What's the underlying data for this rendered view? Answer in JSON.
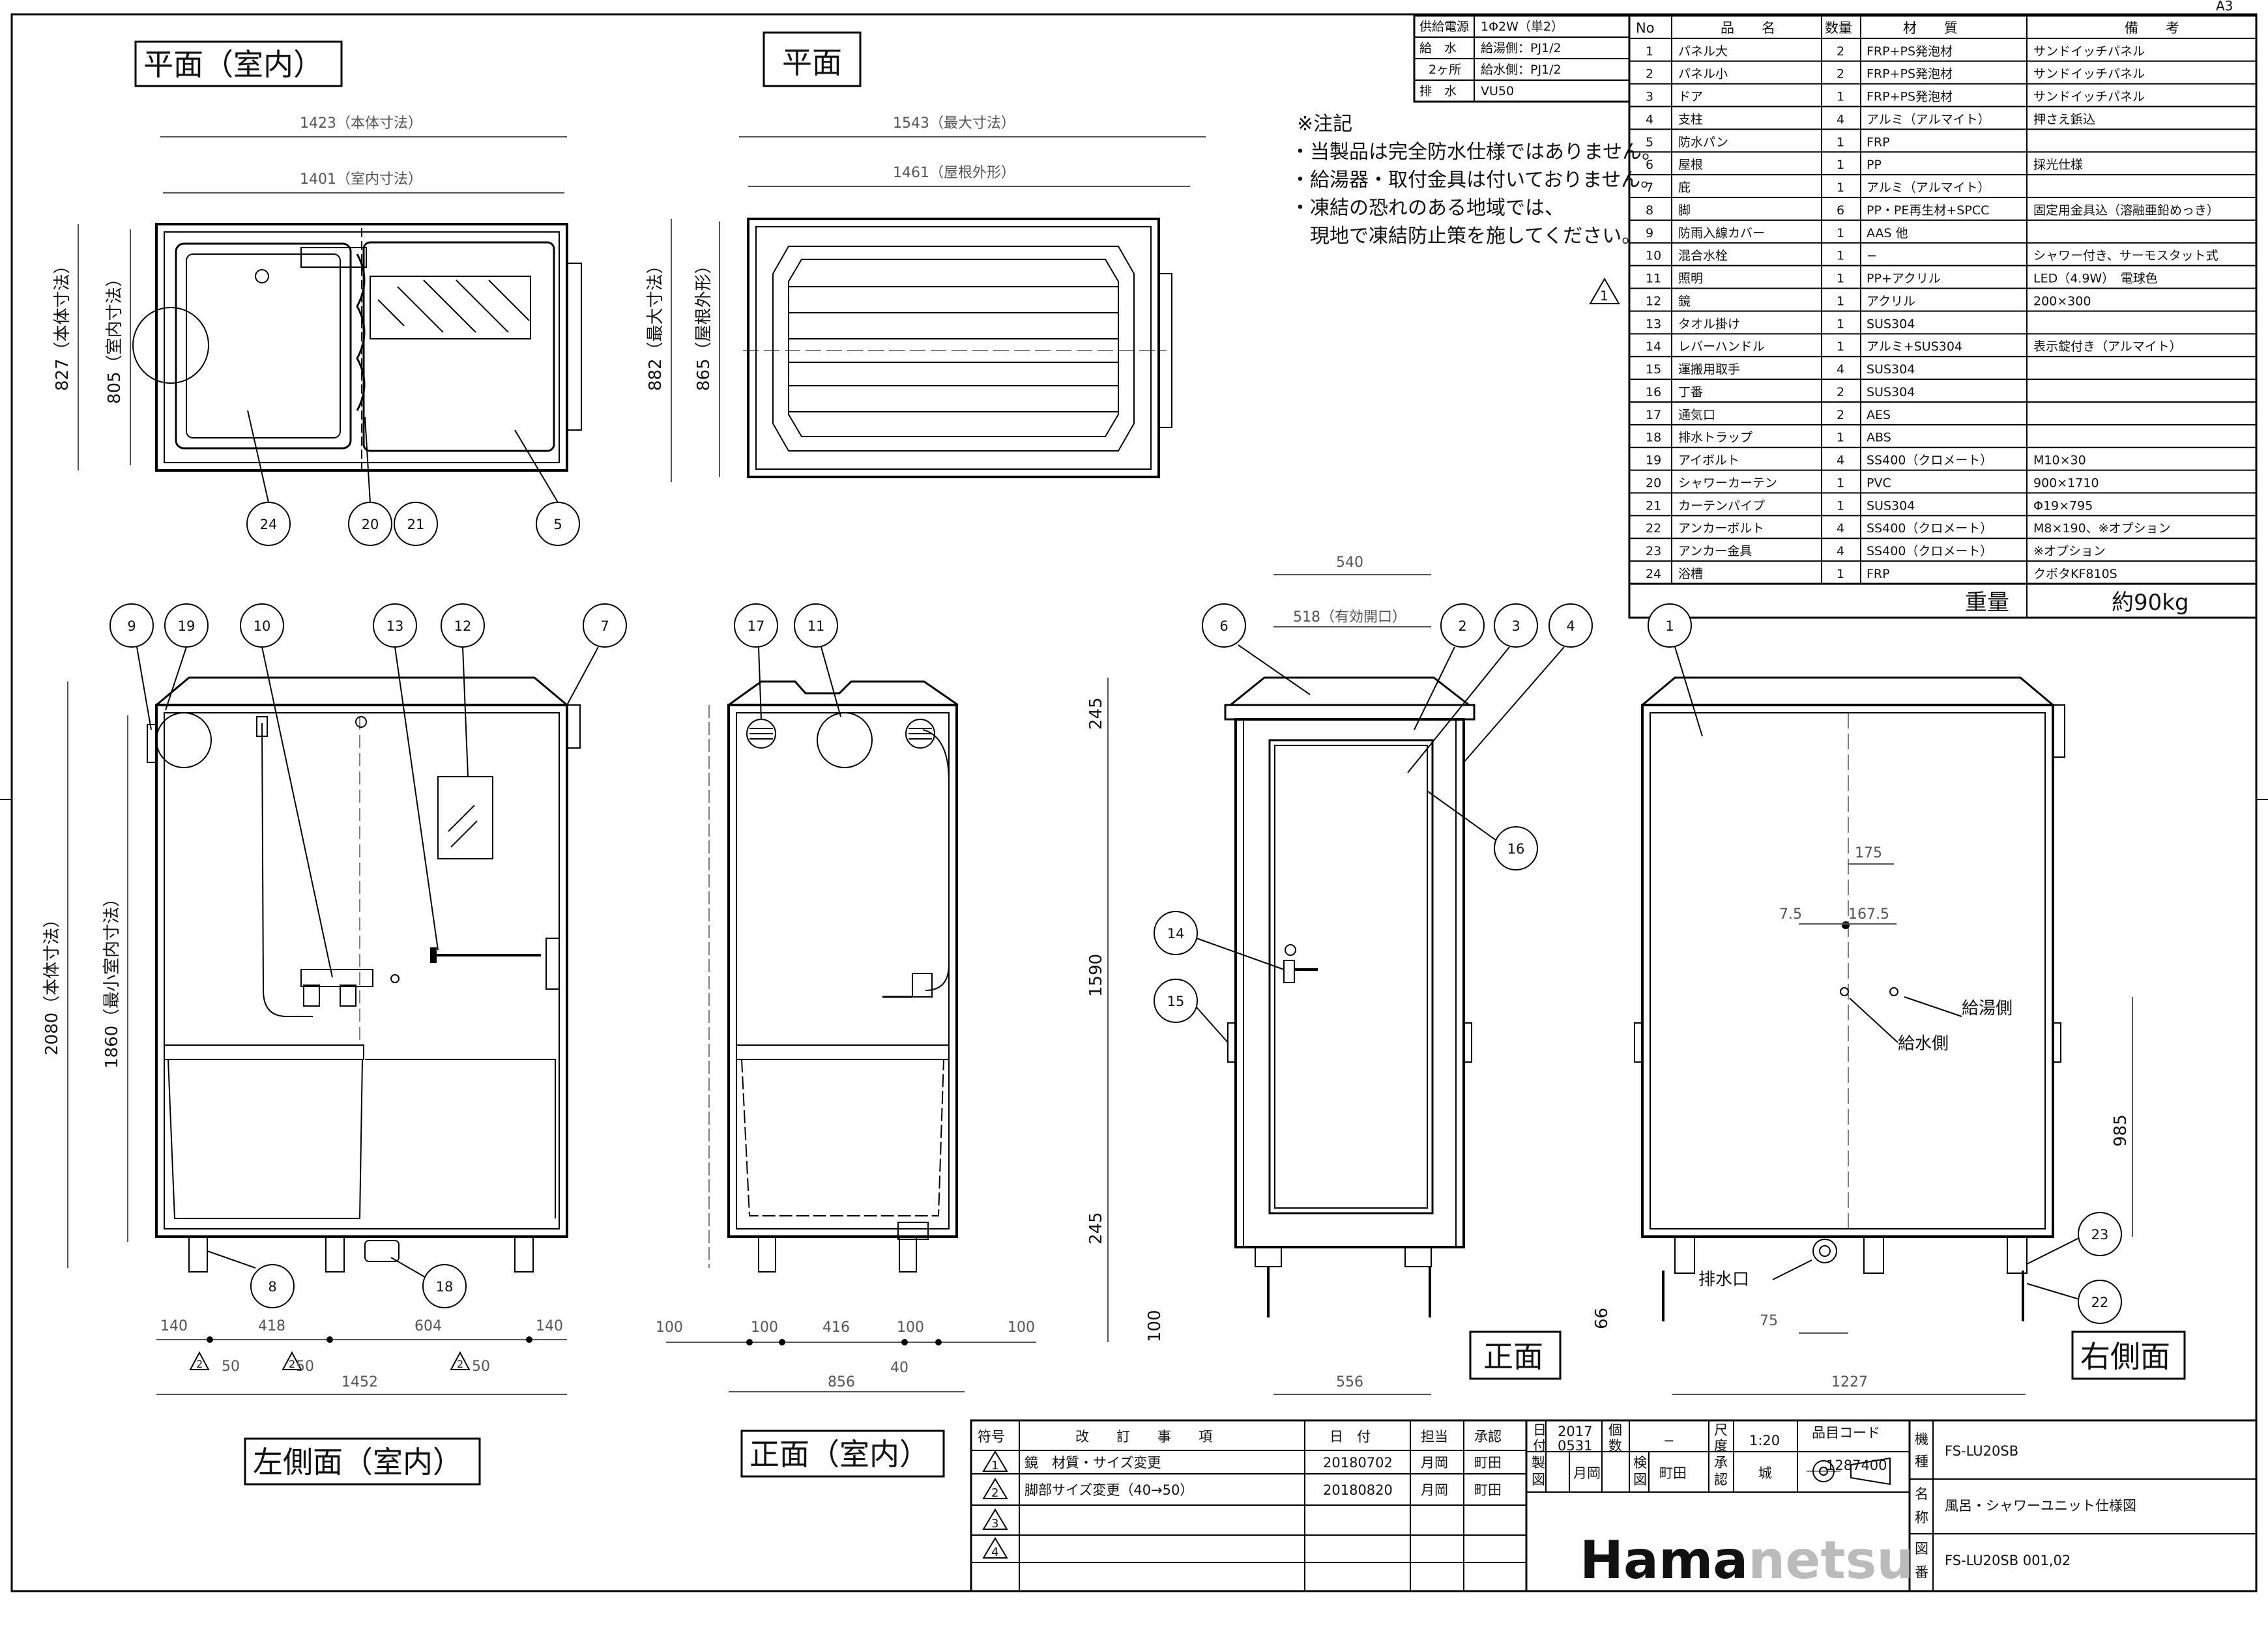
{
  "sheet_size": "A3",
  "notes": {
    "header": "※注記",
    "lines": [
      "・当製品は完全防水仕様ではありません。",
      "・給湯器・取付金具は付いておりません。",
      "・凍結の恐れのある地域では、",
      "　現地で凍結防止策を施してください。"
    ]
  },
  "utilities": [
    [
      "供給電源",
      "1Φ2W（単2）"
    ],
    [
      "給　水",
      "給湯側：PJ1/2"
    ],
    [
      "2ヶ所",
      "給水側：PJ1/2"
    ],
    [
      "排　水",
      "VU50"
    ]
  ],
  "parts_table": {
    "headers": [
      "No",
      "品　　名",
      "数量",
      "材　　質",
      "備　　考"
    ],
    "rows": [
      [
        "1",
        "パネル大",
        "2",
        "FRP+PS発泡材",
        "サンドイッチパネル"
      ],
      [
        "2",
        "パネル小",
        "2",
        "FRP+PS発泡材",
        "サンドイッチパネル"
      ],
      [
        "3",
        "ドア",
        "1",
        "FRP+PS発泡材",
        "サンドイッチパネル"
      ],
      [
        "4",
        "支柱",
        "4",
        "アルミ（アルマイト）",
        "押さえ鋲込"
      ],
      [
        "5",
        "防水パン",
        "1",
        "FRP",
        ""
      ],
      [
        "6",
        "屋根",
        "1",
        "PP",
        "採光仕様"
      ],
      [
        "7",
        "庇",
        "1",
        "アルミ（アルマイト）",
        ""
      ],
      [
        "8",
        "脚",
        "6",
        "PP・PE再生材+SPCC",
        "固定用金具込（溶融亜鉛めっき）"
      ],
      [
        "9",
        "防雨入線カバー",
        "1",
        "AAS 他",
        ""
      ],
      [
        "10",
        "混合水栓",
        "1",
        "−",
        "シャワー付き、サーモスタット式"
      ],
      [
        "11",
        "照明",
        "1",
        "PP+アクリル",
        "LED（4.9W）　電球色"
      ],
      [
        "12",
        "鏡",
        "1",
        "アクリル",
        "200×300"
      ],
      [
        "13",
        "タオル掛け",
        "1",
        "SUS304",
        ""
      ],
      [
        "14",
        "レバーハンドル",
        "1",
        "アルミ+SUS304",
        "表示錠付き（アルマイト）"
      ],
      [
        "15",
        "運搬用取手",
        "4",
        "SUS304",
        ""
      ],
      [
        "16",
        "丁番",
        "2",
        "SUS304",
        ""
      ],
      [
        "17",
        "通気口",
        "2",
        "AES",
        ""
      ],
      [
        "18",
        "排水トラップ",
        "1",
        "ABS",
        ""
      ],
      [
        "19",
        "アイボルト",
        "4",
        "SS400（クロメート）",
        "M10×30"
      ],
      [
        "20",
        "シャワーカーテン",
        "1",
        "PVC",
        "900×1710"
      ],
      [
        "21",
        "カーテンパイプ",
        "1",
        "SUS304",
        "Φ19×795"
      ],
      [
        "22",
        "アンカーボルト",
        "4",
        "SS400（クロメート）",
        "M8×190、※オプション"
      ],
      [
        "23",
        "アンカー金具",
        "4",
        "SS400（クロメート）",
        "※オプション"
      ],
      [
        "24",
        "浴槽",
        "1",
        "FRP",
        "クボタKF810S"
      ]
    ],
    "weight_label": "重量",
    "weight_value": "約90kg",
    "revision_mark": "1"
  },
  "views": {
    "plan_interior": {
      "title": "平面（室内）",
      "dims": [
        "1423（本体寸法）",
        "1401（室内寸法）",
        "827（本体寸法）",
        "805（室内寸法）"
      ],
      "balloons": [
        "24",
        "20",
        "21",
        "5"
      ]
    },
    "plan": {
      "title": "平面",
      "dims": [
        "1543（最大寸法）",
        "1461（屋根外形）",
        "882（最大寸法）",
        "865（屋根外形）"
      ]
    },
    "left_side": {
      "title": "左側面（室内）",
      "dims": [
        "2080（本体寸法）",
        "1860（最小室内寸法）",
        "140",
        "418",
        "604",
        "140",
        "1452",
        "50",
        "50",
        "50"
      ],
      "balloons": [
        "9",
        "19",
        "10",
        "13",
        "12",
        "7",
        "8",
        "18"
      ],
      "rev_marks": [
        "2",
        "2",
        "2"
      ]
    },
    "front_interior": {
      "title": "正面（室内）",
      "dims": [
        "100",
        "100",
        "416",
        "100",
        "100",
        "856",
        "40"
      ],
      "balloons": [
        "17",
        "11"
      ]
    },
    "front": {
      "title": "正面",
      "dims": [
        "540",
        "518（有効開口）",
        "245",
        "1590",
        "245",
        "100",
        "556"
      ],
      "balloons": [
        "6",
        "2",
        "3",
        "4",
        "16",
        "14",
        "15"
      ]
    },
    "right_side": {
      "title": "右側面",
      "dims": [
        "175",
        "7.5",
        "167.5",
        "985",
        "66",
        "75",
        "1227"
      ],
      "labels": [
        "給湯側",
        "給水側",
        "排水口"
      ],
      "balloons": [
        "1",
        "23",
        "22"
      ]
    }
  },
  "title_block": {
    "rev_headers": [
      "符号",
      "改　　訂　　事　　項",
      "日　付",
      "担当",
      "承認"
    ],
    "revisions": [
      {
        "mark": "1",
        "item": "鏡　材質・サイズ変更",
        "date": "20180702",
        "by": "月岡",
        "approved": "町田"
      },
      {
        "mark": "2",
        "item": "脚部サイズ変更（40→50）",
        "date": "20180820",
        "by": "月岡",
        "approved": "町田"
      },
      {
        "mark": "3",
        "item": "",
        "date": "",
        "by": "",
        "approved": ""
      },
      {
        "mark": "4",
        "item": "",
        "date": "",
        "by": "",
        "approved": ""
      }
    ],
    "date_label": [
      "日",
      "付"
    ],
    "date_value": [
      "2017",
      "0531"
    ],
    "qty_label": [
      "個",
      "数"
    ],
    "qty_value": "−",
    "scale_label": [
      "尺",
      "度"
    ],
    "scale_value": "1:20",
    "code_label": "品目コード",
    "code_value": "1287400",
    "model_label": [
      "機",
      "種"
    ],
    "model_value": "FS-LU20SB",
    "drawn_label": [
      "製",
      "図"
    ],
    "drawn_by": "月岡",
    "checked_label": [
      "検",
      "図"
    ],
    "checked_by": "町田",
    "approved_label": [
      "承",
      "認"
    ],
    "approved_by": "城",
    "name_label": [
      "名",
      "称"
    ],
    "name_value": "風呂・シャワーユニット仕様図",
    "drawing_no_label": [
      "図",
      "番"
    ],
    "drawing_no_value": "FS-LU20SB 001,02",
    "logo_a": "Hama",
    "logo_b": "netsu"
  }
}
